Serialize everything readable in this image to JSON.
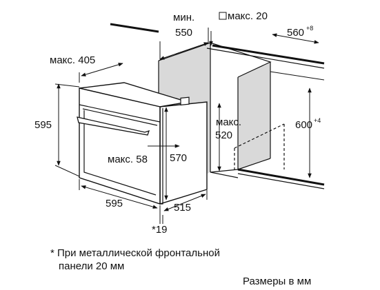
{
  "dimensions": {
    "min_depth_label": "мин.",
    "min_depth_value": "550",
    "max_gap_top": "макс. 20",
    "cabinet_width": "560",
    "cabinet_width_tol": "+8",
    "max_protrusion_top": "макс. 405",
    "oven_height": "595",
    "cabinet_height": "600",
    "cabinet_height_tol": "+4",
    "max_cutout_label": "макс.",
    "max_cutout_value": "520",
    "max_bottom": "макс. 58",
    "inner_height": "570",
    "oven_width": "595",
    "oven_depth": "515",
    "panel_thickness": "*19"
  },
  "footnote": {
    "line1": "* При металлической фронтальной",
    "line2": "панели 20 мм"
  },
  "units_note": "Размеры в мм"
}
